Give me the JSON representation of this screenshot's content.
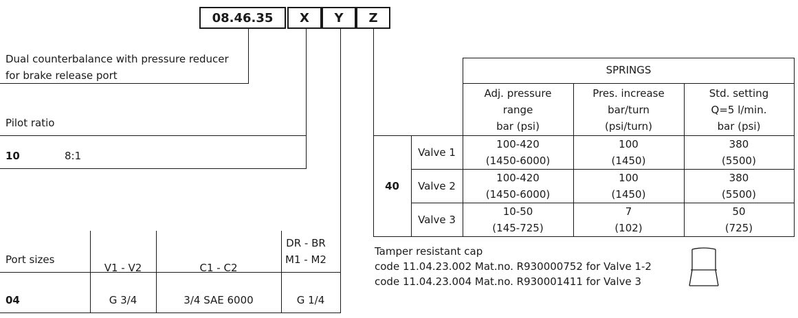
{
  "code": {
    "base": "08.46.35",
    "x": "X",
    "y": "Y",
    "z": "Z"
  },
  "description": {
    "line1": "Dual counterbalance with pressure reducer",
    "line2": "for brake release port"
  },
  "pilot": {
    "label": "Pilot ratio",
    "code": "10",
    "value": "8:1"
  },
  "ports": {
    "label": "Port sizes",
    "headers": [
      "V1 - V2",
      "C1 - C2",
      "DR - BR",
      "M1 - M2"
    ],
    "code": "04",
    "values": [
      "G 3/4",
      "3/4 SAE 6000",
      "G 1/4"
    ]
  },
  "springs": {
    "title": "SPRINGS",
    "col1": [
      "Adj. pressure",
      "range",
      "bar (psi)"
    ],
    "col2": [
      "Pres. increase",
      "bar/turn",
      "(psi/turn)"
    ],
    "col3": [
      "Std. setting",
      "Q=5 l/min.",
      "bar (psi)"
    ],
    "code": "40",
    "rows": [
      {
        "label": "Valve 1",
        "a": [
          "100-420",
          "(1450-6000)"
        ],
        "b": [
          "100",
          "(1450)"
        ],
        "c": [
          "380",
          "(5500)"
        ]
      },
      {
        "label": "Valve 2",
        "a": [
          "100-420",
          "(1450-6000)"
        ],
        "b": [
          "100",
          "(1450)"
        ],
        "c": [
          "380",
          "(5500)"
        ]
      },
      {
        "label": "Valve 3",
        "a": [
          "10-50",
          "(145-725)"
        ],
        "b": [
          "7",
          "(102)"
        ],
        "c": [
          "50",
          "(725)"
        ]
      }
    ]
  },
  "tamper": {
    "title": "Tamper resistant cap",
    "line1": "code 11.04.23.002  Mat.no. R930000752  for Valve 1-2",
    "line2": "code 11.04.23.004  Mat.no. R930001411  for Valve 3",
    "icon": "cap-icon"
  }
}
